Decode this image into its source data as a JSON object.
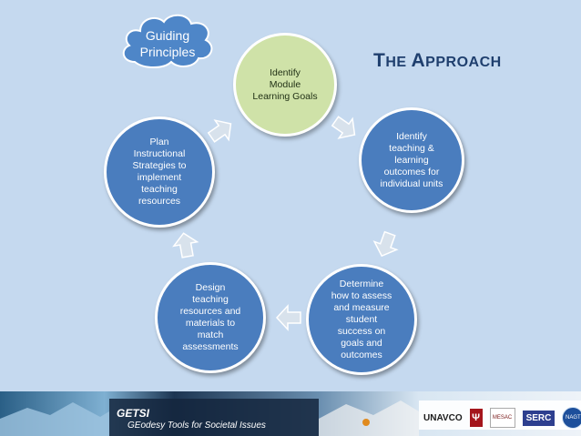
{
  "slide": {
    "title_initial_1": "T",
    "title_rest_1": "HE ",
    "title_initial_2": "A",
    "title_rest_2": "PPROACH"
  },
  "guiding_principles": {
    "label": "Guiding\nPrinciples"
  },
  "cycle": {
    "nodes": [
      {
        "label": "Identify\nModule\nLearning Goals"
      },
      {
        "label": "Identify\nteaching &\nlearning\noutcomes for\nindividual units"
      },
      {
        "label": "Determine\nhow to assess\nand measure\nstudent\nsuccess on\ngoals and\noutcomes"
      },
      {
        "label": "Design\nteaching\nresources and\nmaterials to\nmatch\nassessments"
      },
      {
        "label": "Plan\nInstructional\nStrategies to\nimplement\nteaching\nresources"
      }
    ]
  },
  "footer": {
    "getsi_logo": "GETSI",
    "getsi_tagline": "GEodesy Tools for Societal Issues",
    "partners": {
      "unavco": "UNAVCO",
      "iu": "Ψ",
      "mesac": "MESAC",
      "serc": "SERC",
      "nagt": "NAGT"
    }
  },
  "colors": {
    "background": "#c5d9ef",
    "node_blue": "#4a7dbe",
    "node_green": "#cfe2a8",
    "cloud": "#4e86c8",
    "title": "#1f3f6e"
  }
}
